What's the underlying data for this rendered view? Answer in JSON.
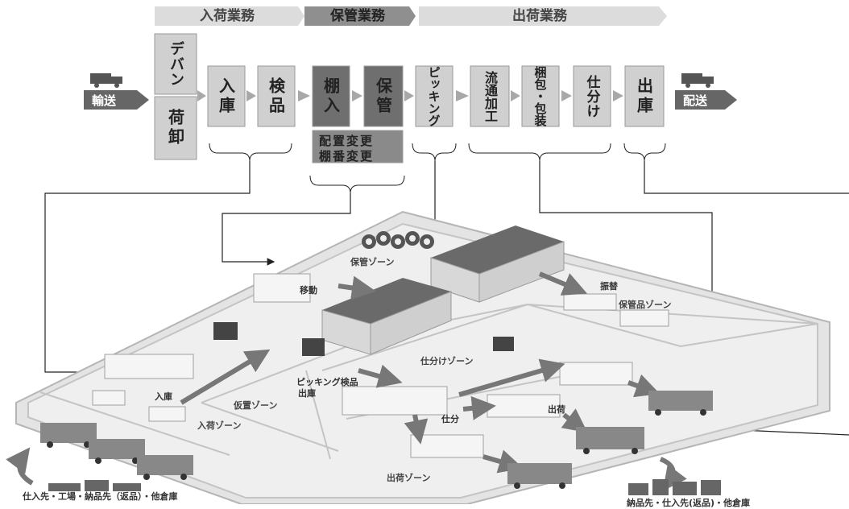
{
  "phases": {
    "receiving": "入荷業務",
    "storage": "保管業務",
    "shipping": "出荷業務"
  },
  "steps": {
    "devan": "デバン",
    "unload": "荷卸",
    "nyuko": "入庫",
    "kenpin": "検品",
    "tanaire": "棚入",
    "hokan": "保管",
    "picking": "ピッキング",
    "ryutsu_kako": "流通加工",
    "konpo": "梱包・包装",
    "shiwake": "仕分け",
    "shukko": "出庫"
  },
  "storage_changes": {
    "line1": "配置変更",
    "line2": "棚番変更"
  },
  "transport": {
    "in_label": "輸送",
    "out_label": "配送"
  },
  "zones": {
    "storage_zone": "保管ゾーン",
    "storage_zone2": "保管品ゾーン",
    "temp_zone": "仮置ゾーン",
    "receiving_zone": "入荷ゾーン",
    "sorting_zone": "仕分けゾーン",
    "shipping_zone": "出荷ゾーン"
  },
  "floor_labels": {
    "move": "移動",
    "swap": "振替",
    "nyuko": "入庫",
    "picking_inspect": "ピッキング検品",
    "shukko": "出庫",
    "sort": "仕分",
    "ship": "出荷"
  },
  "captions": {
    "source": "仕入先・工場・納品先（返品）・他倉庫",
    "destination": "納品先・仕入先(返品)・他倉庫"
  },
  "colors": {
    "light_box": "#d4d4d4",
    "dark_box": "#6e6e6e",
    "arrow": "#9a9a9a",
    "phase_light": "#dcdcdc",
    "phase_dark": "#8a8a8a"
  }
}
